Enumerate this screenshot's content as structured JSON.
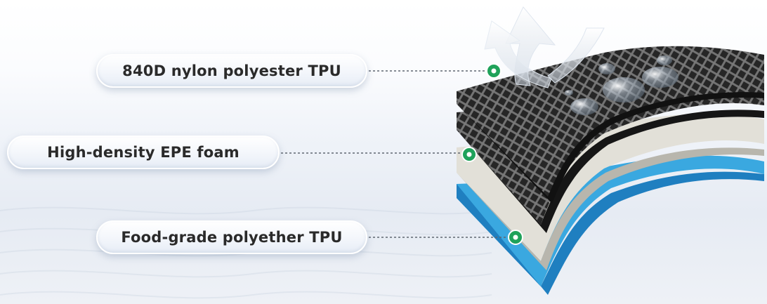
{
  "labels": {
    "top": "840D nylon polyester TPU",
    "middle": "High-density EPE foam",
    "bottom": "Food-grade polyether TPU"
  },
  "colors": {
    "accent_dot": "#1fa25a",
    "blue_layer": "#3aa8e0",
    "foam_layer": "#d8d6cf",
    "nylon_layer": "#2b2b2b"
  }
}
